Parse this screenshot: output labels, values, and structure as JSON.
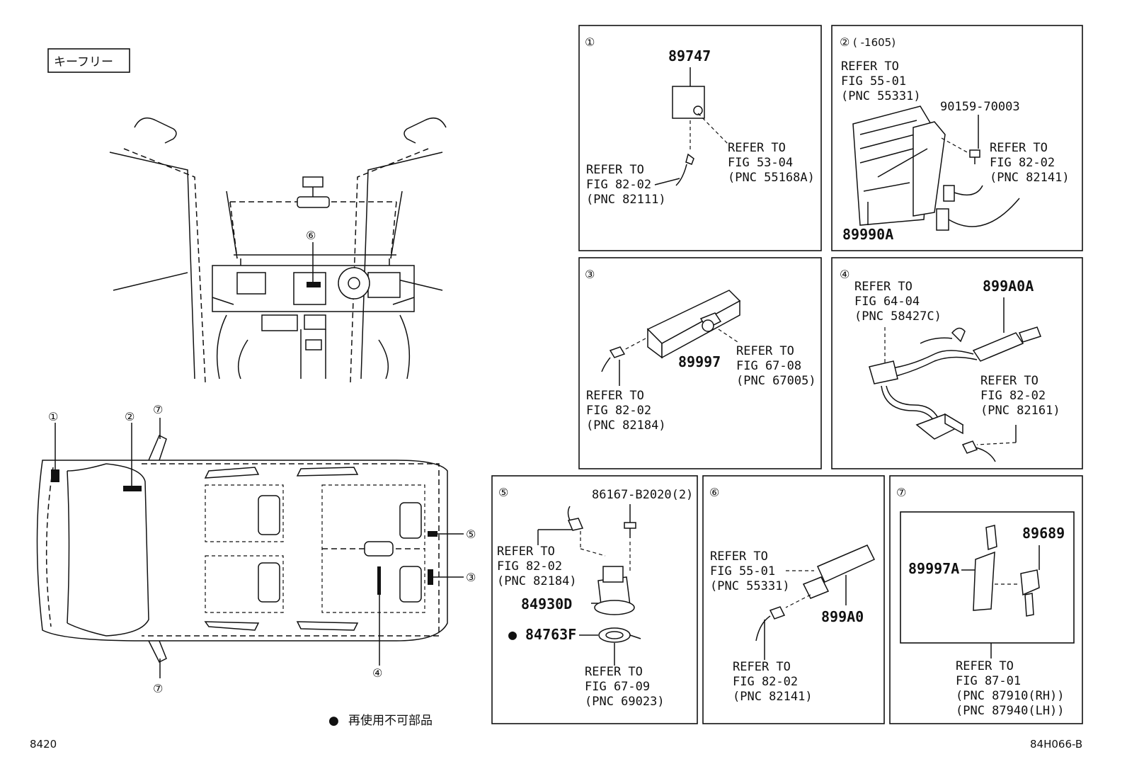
{
  "header": {
    "tag": "キーフリー"
  },
  "footer": {
    "left_code": "8420",
    "right_code": "84H066-B"
  },
  "legend": {
    "bullet": "●",
    "text": "再使用不可部品"
  },
  "callouts": [
    "①",
    "②",
    "③",
    "④",
    "⑤",
    "⑥",
    "⑦"
  ],
  "panels": {
    "p1": {
      "num": "①",
      "part": "89747",
      "ref_a": [
        "REFER TO",
        "FIG 82-02",
        "(PNC 82111)"
      ],
      "ref_b": [
        "REFER TO",
        "FIG 53-04",
        "(PNC 55168A)"
      ]
    },
    "p2": {
      "num": "②",
      "range": "(     -1605)",
      "ref_a": [
        "REFER TO",
        "FIG 55-01",
        "(PNC 55331)"
      ],
      "screw": "90159-70003",
      "ref_b": [
        "REFER TO",
        "FIG 82-02",
        "(PNC 82141)"
      ],
      "part": "89990A"
    },
    "p3": {
      "num": "③",
      "part": "89997",
      "ref_a": [
        "REFER TO",
        "FIG 67-08",
        "(PNC 67005)"
      ],
      "ref_b": [
        "REFER TO",
        "FIG 82-02",
        "(PNC 82184)"
      ]
    },
    "p4": {
      "num": "④",
      "part": "899A0A",
      "ref_a": [
        "REFER TO",
        "FIG 64-04",
        "(PNC 58427C)"
      ],
      "ref_b": [
        "REFER TO",
        "FIG 82-02",
        "(PNC 82161)"
      ]
    },
    "p5": {
      "num": "⑤",
      "screw": "86167-B2020(2)",
      "ref_a": [
        "REFER TO",
        "FIG 82-02",
        "(PNC 82184)"
      ],
      "part": "84930D",
      "bullet": "●",
      "part2": "84763F",
      "ref_b": [
        "REFER TO",
        "FIG 67-09",
        "(PNC 69023)"
      ]
    },
    "p6": {
      "num": "⑥",
      "ref_a": [
        "REFER TO",
        "FIG 55-01",
        "(PNC 55331)"
      ],
      "part": "899A0",
      "ref_b": [
        "REFER TO",
        "FIG 82-02",
        "(PNC 82141)"
      ]
    },
    "p7": {
      "num": "⑦",
      "part": "89689",
      "part2": "89997A",
      "ref_a": [
        "REFER TO",
        "FIG 87-01",
        "(PNC 87910(RH))",
        "(PNC 87940(LH))"
      ]
    }
  }
}
